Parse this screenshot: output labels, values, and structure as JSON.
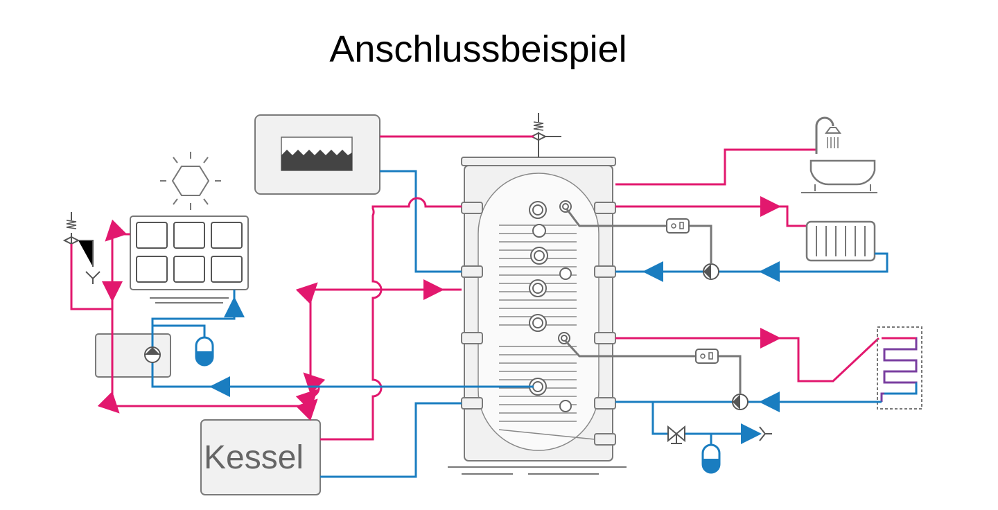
{
  "title": "Anschlussbeispiel",
  "boiler_label": "Kessel",
  "colors": {
    "hot": "#e2186e",
    "cold": "#1a7dc0",
    "component": "#777777"
  },
  "components": [
    "solar-collector-icon",
    "sun-icon",
    "safety-valve-icon",
    "solar-station",
    "pump-icon",
    "expansion-vessel-icon",
    "heat-source-box",
    "buffer-tank",
    "bathtub-shower-icon",
    "radiator-icon",
    "underfloor-heating-icon",
    "mixing-valve-icon",
    "drain-icon",
    "boiler-box"
  ]
}
